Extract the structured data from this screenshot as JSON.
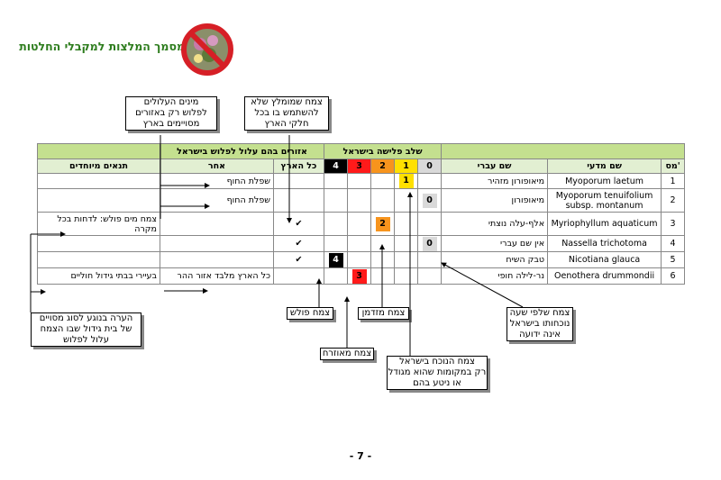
{
  "header": {
    "title": "מסמך המלצות למקבלי החלטות"
  },
  "logo": {
    "description_icon": "no-plants-sign-icon",
    "color": "#d61f26"
  },
  "callouts": {
    "top_left": [
      "מינים העלולים",
      "לפלוש רק באזורים",
      "מסויימים בארץ"
    ],
    "top_mid": [
      "צמח שמומלץ שלא",
      "להשתמש בו בכל",
      "חלקי הארץ"
    ],
    "invasive": "צמח פולש",
    "casual": "צמח מזדמן",
    "naturalized": "צמח מאוזרח",
    "present": [
      "צמח הנוכח בישראל",
      "רק במקומות שהוא מגודל",
      "או ניטע בהם"
    ],
    "unknown": [
      "צמח שלפי שעה",
      "נוכחותו בישראל",
      "אינה ידועה"
    ],
    "note": [
      "הערה בנוגע לסוג מסויים",
      "של בית גידול שבו הצמח",
      "עלול לפלוש"
    ]
  },
  "table": {
    "group_headers": {
      "regions": "אזורים בהם עלול לפלוש בישראל",
      "stage": "שלב פלישה בישראל"
    },
    "columns": {
      "special": "תנאים מיוחדים",
      "other": "אחר",
      "whole_country": "כל הארץ",
      "s4": "4",
      "s3": "3",
      "s2": "2",
      "s1": "1",
      "s0": "0",
      "hebrew_name": "שם עברי",
      "scientific_name": "שם מדעי",
      "number": "מס'"
    },
    "rows": [
      {
        "num": "1",
        "sci": "Myoporum laetum",
        "heb": "מיאופורון מזהיר",
        "stage": "1",
        "whole": "",
        "other": "שפלת החוף",
        "special": ""
      },
      {
        "num": "2",
        "sci": "Myoporum tenuifolium subsp. montanum",
        "heb": "מיאופורון",
        "stage": "0",
        "whole": "",
        "other": "שפלת החוף",
        "special": ""
      },
      {
        "num": "3",
        "sci": "Myriophyllum aquaticum",
        "heb": "אלף-עלה נוצתי",
        "stage": "2",
        "whole": "✔",
        "other": "",
        "special": "צמח מים פולש: לדחות בכל מקרה"
      },
      {
        "num": "4",
        "sci": "Nassella trichotoma",
        "heb": "אין שם עברי",
        "stage": "0",
        "whole": "✔",
        "other": "",
        "special": ""
      },
      {
        "num": "5",
        "sci": "Nicotiana glauca",
        "heb": "טבק השיח",
        "stage": "4",
        "whole": "✔",
        "other": "",
        "special": ""
      },
      {
        "num": "6",
        "sci": "Oenothera drummondii",
        "heb": "נר-לילה חופי",
        "stage": "3",
        "whole": "",
        "other": "כל הארץ מלבד אזור ההר",
        "special": "בעיירי בבתי גידול חוליים"
      }
    ]
  },
  "page_number": "- 7 -"
}
